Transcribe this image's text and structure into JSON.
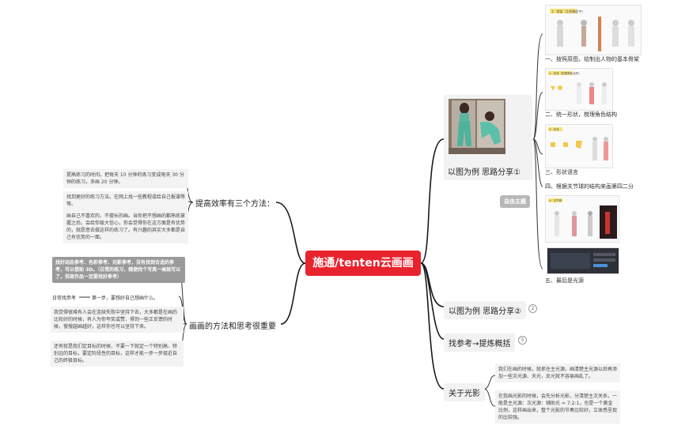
{
  "root": {
    "title": "施通/tenten云画画"
  },
  "left": {
    "efficiency": {
      "title": "提高效率有三个方法：",
      "notes": [
        "提高练习的时间。把每天 10 分钟的练习变成每天 30 分钟的练习，多画 20 分钟。",
        "找到更好的练习方法。在网上找一些教程或给自己报课等等。",
        "画自己不喜欢的、不擅长的画。当你把不想画的都熟练掌握之后，会给你极大信心，你会觉得你在这方面是有优势的，就愿意去做这样的练习了。有兴趣的其实大多都是自己有优势的一面。"
      ]
    },
    "methods": {
      "title": "画画的方法和思考很重要",
      "highlight": "找好动态参考、色彩参考、光影参考，没有找到合适的参考，可以借助 3D。（日常的练习，随便找个写真一画就可以了，但商作品一定要找好参考）",
      "daily_label": "日常找参考",
      "step1": "第一步，要想好自己想画什么。",
      "notes": [
        "我觉得很难有人会在连续失败中坚持下去，大多都是在画的比较好的时候，有人为你夸奖或赞，得到一些正反馈的时候，慢慢越画越好，这样你也可以坚持下来。",
        "还有就是我们定目标的时候，不要一下就定一个特别高、特别远的目标，要定阶段性的目标，这样才能一步一步接近自己的终极目标。"
      ]
    }
  },
  "right": {
    "branch1": {
      "title": "以图为例 思路分享①",
      "badge": "自由主题",
      "steps": [
        "一、按照原图，绘制出人物的基本骨架",
        "二、统一形状，梳理角色结构",
        "三、形状语言",
        "四、根据关节球的结构来画第四二分",
        "五、最后是光源"
      ],
      "thumb_tags": [
        "1：骨架（比例确定中）",
        "2：形状（梳理角色结构）",
        "3：形状",
        "4：关节球"
      ]
    },
    "branch2": {
      "title": "以图为例 思路分享②",
      "count": "2"
    },
    "branch3": {
      "title": "找参考→提炼概括",
      "count": "5"
    },
    "light": {
      "title": "关于光影",
      "notes": [
        "我们在画的时候，就抓住主光源，画清楚主光源以后再添加一些次光源、天光，反光就不容易画乱了。",
        "在我画光影的时候，会先分析光影，分清楚主次关系，一般是主光源：次光源：辅助光 = 7:2:1，也是一个黄金比例，这样画出来，整个光影的节奏比较好，立体感呈现的比较强。"
      ]
    }
  },
  "colors": {
    "root_bg": "#e8232d",
    "line": "#1a1a1a",
    "note_bg": "#f3f3f3"
  }
}
